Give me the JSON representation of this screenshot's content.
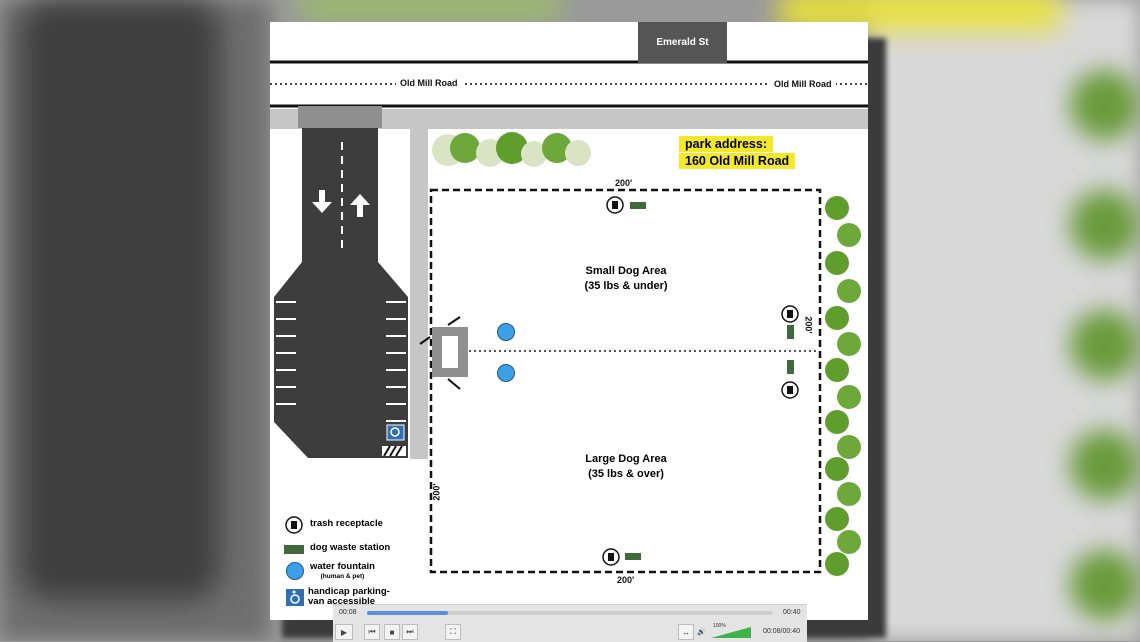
{
  "map": {
    "cross_street": "Emerald St",
    "road_name_left": "Old Mill Road",
    "road_name_right": "Old Mill Road",
    "address_line1": "park address:",
    "address_line2": "160 Old Mill Road",
    "small_area_line1": "Small Dog Area",
    "small_area_line2": "(35 lbs & under)",
    "large_area_line1": "Large Dog Area",
    "large_area_line2": "(35 lbs & over)",
    "dim_top": "200'",
    "dim_bottom": "200'",
    "dim_left": "200'",
    "dim_right": "200'"
  },
  "legend": {
    "trash": "trash receptacle",
    "waste": "dog waste station",
    "fountain": "water fountain",
    "fountain_sub": "(human & pet)",
    "handicap_line1": "handicap parking-",
    "handicap_line2": "van accessible"
  },
  "colors": {
    "asphalt": "#3d3d3d",
    "sidewalk": "#c6c6c6",
    "waste_station": "#3f6a3c",
    "fountain": "#3f9fe6",
    "address_highlight": "#f3e92a",
    "tree": "#5f9e2d"
  },
  "icons": [
    "trash-icon",
    "waste-station-icon",
    "fountain-icon",
    "handicap-icon",
    "tree-icon",
    "arrow-down-icon",
    "arrow-up-icon",
    "gate-icon"
  ],
  "player": {
    "elapsed": "00:08",
    "duration": "00:40",
    "readout": "00:08/00:40",
    "volume": "100%",
    "progress": 0.2
  }
}
